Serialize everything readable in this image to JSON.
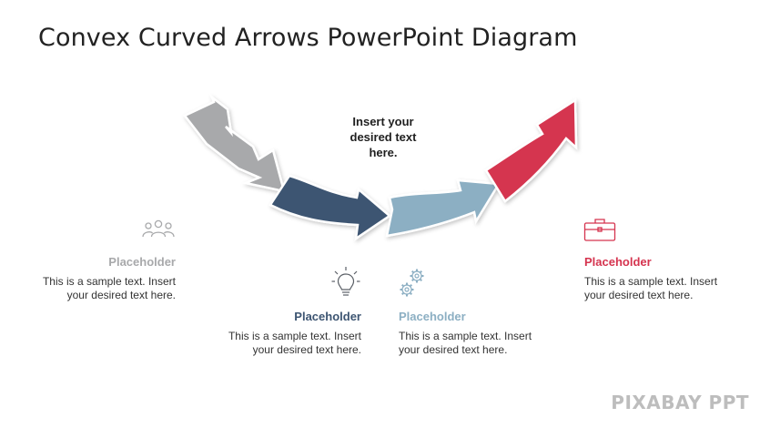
{
  "slide": {
    "title": "Convex Curved Arrows PowerPoint Diagram",
    "center_note": "Insert your desired text here."
  },
  "colors": {
    "gray": "#a8a9ab",
    "navy": "#3d5572",
    "light_blue": "#8cafc3",
    "red": "#d5344f",
    "text": "#333333"
  },
  "steps": [
    {
      "heading": "Placeholder",
      "body": "This is a sample text. Insert your desired text here.",
      "icon": "people-icon",
      "color": "#a8a9ab"
    },
    {
      "heading": "Placeholder",
      "body": "This is a sample text. Insert your desired text here.",
      "icon": "lightbulb-icon",
      "color": "#3d5572"
    },
    {
      "heading": "Placeholder",
      "body": "This is a sample text. Insert your desired text here.",
      "icon": "gears-icon",
      "color": "#8cafc3"
    },
    {
      "heading": "Placeholder",
      "body": "This is a sample text. Insert your desired text here.",
      "icon": "briefcase-icon",
      "color": "#d5344f"
    }
  ],
  "watermark": "PIXABAY PPT"
}
